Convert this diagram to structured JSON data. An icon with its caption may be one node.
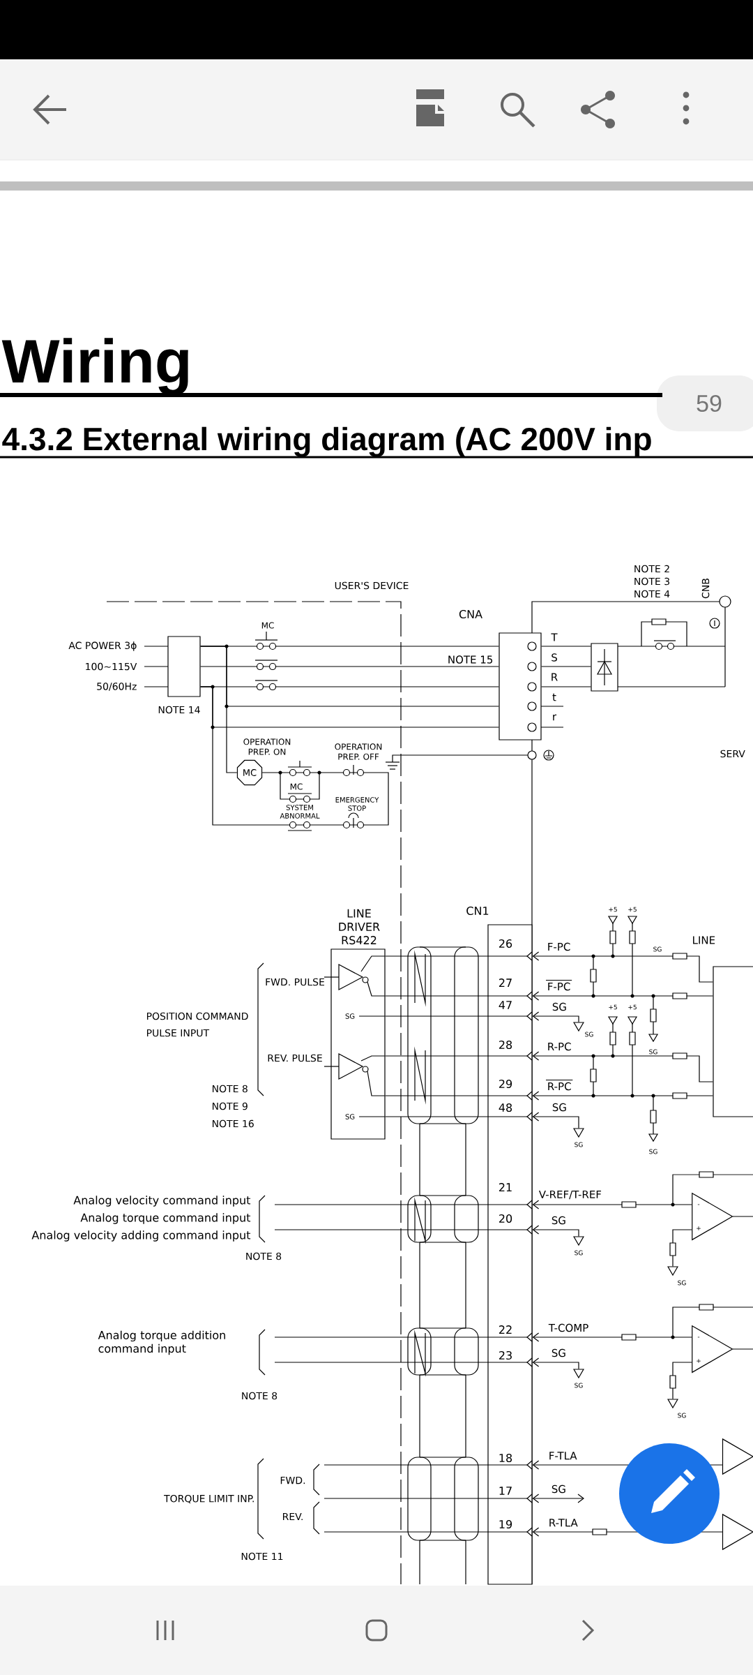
{
  "diagram": {
    "title": "Wiring",
    "nodes": [
      {
        "text": [],
        "shape": "box",
        "beside": [
          "NOTE 14"
        ]
      },
      {
        "text": [
          "MC"
        ]
      },
      {
        "text": [
          "CNA"
        ]
      },
      {
        "text": [],
        "shape": "box"
      },
      {
        "text": [
          "LINE DRIVER RS422",
          "SG",
          "SG"
        ]
      },
      {
        "text": [
          "CN1",
          "26",
          "27",
          "47",
          "28",
          "29",
          "48",
          "21",
          "20",
          "22",
          "23",
          "18",
          "17",
          "19"
        ]
      },
      {
        "text": [],
        "shape": "box"
      },
      {
        "text": [
          "SG"
        ]
      },
      {
        "text": [
          "SG"
        ]
      },
      {
        "text": [
          "-",
          "+"
        ]
      },
      {
        "text": [
          "SG"
        ]
      },
      {
        "text": [
          "SG"
        ]
      },
      {
        "text": [
          "-",
          "+"
        ]
      },
      {
        "text": [
          "SG"
        ]
      },
      {
        "text": [
          "SG"
        ]
      },
      {
        "text": [],
        "shape": "triangle"
      },
      {
        "text": [],
        "shape": "triangle"
      }
    ],
    "edges": [
      {
        "from": 0,
        "to": 2,
        "arrow": "none"
      },
      {
        "from": 0,
        "to": 2,
        "arrow": "none"
      },
      {
        "from": 0,
        "to": 2,
        "arrow": "none"
      },
      {
        "from": 0,
        "to": 2,
        "arrow": "none"
      },
      {
        "from": 0,
        "to": 2,
        "arrow": "none"
      },
      {
        "from": 2,
        "to": 3,
        "arrow": "none"
      },
      {
        "from": 2,
        "to": 3,
        "arrow": "none"
      },
      {
        "from": 2,
        "to": 3,
        "arrow": "none"
      },
      {
        "from": 0,
        "to": 1,
        "arrow": "none"
      },
      {
        "from": 1,
        "to": 0,
        "arrow": "none"
      },
      {
        "from": 4,
        "to": 5,
        "arrow": "other"
      },
      {
        "from": 4,
        "to": 5,
        "arrow": "other"
      },
      {
        "from": 4,
        "to": 5,
        "arrow": "other"
      },
      {
        "from": 4,
        "to": 5,
        "arrow": "other"
      },
      {
        "from": 4,
        "to": 5,
        "arrow": "other"
      },
      {
        "from": 4,
        "to": 5,
        "arrow": "other"
      },
      {
        "from": null,
        "to": 5,
        "arrow": "other"
      },
      {
        "from": null,
        "to": 5,
        "arrow": "other"
      },
      {
        "from": null,
        "to": 5,
        "arrow": "other"
      },
      {
        "from": null,
        "to": 5,
        "arrow": "other"
      },
      {
        "from": null,
        "to": 5,
        "arrow": "other"
      },
      {
        "from": null,
        "to": 5,
        "arrow": "other"
      },
      {
        "from": null,
        "to": 5,
        "arrow": "other"
      },
      {
        "from": 6,
        "to": 5,
        "arrow": "to",
        "label": "F-PC"
      },
      {
        "from": 6,
        "to": 5,
        "arrow": "to",
        "label": "F-PC"
      },
      {
        "from": 7,
        "to": 5,
        "arrow": "to",
        "label": "SG"
      },
      {
        "from": 6,
        "to": 5,
        "arrow": "to",
        "label": "R-PC"
      },
      {
        "from": 6,
        "to": 5,
        "arrow": "to",
        "label": "R-PC"
      },
      {
        "from": 8,
        "to": 5,
        "arrow": "to",
        "label": "SG"
      },
      {
        "from": 9,
        "to": 5,
        "arrow": "to",
        "label": "V-REF/T-REF"
      },
      {
        "from": 10,
        "to": 5,
        "arrow": "to",
        "label": "SG"
      },
      {
        "from": 12,
        "to": 5,
        "arrow": "to",
        "label": "T-COMP"
      },
      {
        "from": 13,
        "to": 5,
        "arrow": "to",
        "label": "SG"
      },
      {
        "from": 15,
        "to": 5,
        "arrow": "to",
        "label": "F-TLA"
      },
      {
        "from": null,
        "to": 5,
        "arrow": "both",
        "label": "SG"
      },
      {
        "from": 16,
        "to": 5,
        "arrow": "to",
        "label": "R-TLA"
      },
      {
        "from": 9,
        "to": 11,
        "arrow": "none"
      },
      {
        "from": 12,
        "to": 14,
        "arrow": "none"
      }
    ],
    "labels": [
      "4.3.2 External wiring diagram (AC 200V inp",
      "59",
      "USER'S DEVICE",
      "NOTE 2",
      "NOTE 3",
      "NOTE 4",
      "CNB",
      "AC POWER 3ϕ",
      "100~115V",
      "50/60Hz",
      "MC",
      "NOTE 15",
      "T",
      "S",
      "R",
      "t",
      "r",
      "SERV",
      "OPERATION PREP. ON",
      "OPERATION PREP. OFF",
      "MC",
      "EMERGENCY STOP",
      "SYSTEM ABNORMAL",
      "+5",
      "+5",
      "LINE",
      "SG",
      "FWD. PULSE",
      "POSITION COMMAND",
      "+5",
      "+5",
      "PULSE INPUT",
      "SG",
      "REV. PULSE",
      "NOTE 8",
      "NOTE 9",
      "NOTE 16",
      "SG",
      "Analog velocity command input",
      "Analog torque command input",
      "Analog velocity adding command input",
      "NOTE 8",
      "Analog torque addition command input",
      "NOTE 8",
      "FWD.",
      "TORQUE LIMIT INP.",
      "REV.",
      "NOTE 11"
    ]
  }
}
